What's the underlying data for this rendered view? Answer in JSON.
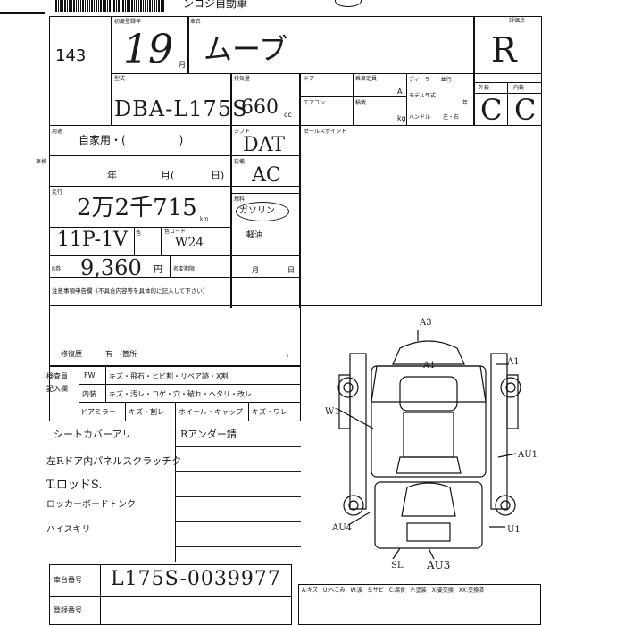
{
  "header": {
    "barcode_text": "",
    "title_fragment": "ンコジ自動車"
  },
  "lot": {
    "number": "143"
  },
  "year": {
    "label": "初度登録年",
    "value": "19",
    "unit": "月"
  },
  "model": {
    "label": "車名",
    "value": "ムーブ"
  },
  "grade": {
    "label": "評価点",
    "value": "R"
  },
  "type": {
    "label": "型式",
    "value": "DBA-L175S"
  },
  "displacement": {
    "label": "排気量",
    "value": "660",
    "unit": "cc"
  },
  "door": {
    "label": "ドア"
  },
  "ac": {
    "label": "エアコン"
  },
  "seat": {
    "label": "乗車定員"
  },
  "capacity": {
    "label": "積載"
  },
  "dealer": {
    "label": "ディーラー・並行"
  },
  "model_year": {
    "label": "モデル年式",
    "unit": "年"
  },
  "handle": {
    "label": "ハンドル",
    "options": "左・右"
  },
  "exterior_interior": {
    "headers": [
      "外装",
      "内装"
    ],
    "values": [
      "C",
      "C"
    ]
  },
  "usage": {
    "label": "用途",
    "value": "自家用・(　　　　　)"
  },
  "shift": {
    "label": "シフト",
    "value": "DAT"
  },
  "selling_points": {
    "label": "セールスポイント"
  },
  "inspection": {
    "label": "車検",
    "year": "年",
    "month": "月(",
    "day": "日)"
  },
  "mileage": {
    "label": "走行",
    "value": "2万2千715",
    "unit": "km"
  },
  "equipment": {
    "label": "装備",
    "value": "AC"
  },
  "color_row": {
    "label": "色",
    "value": "11P-1V",
    "color_code_label": "色コード",
    "color_code": "W24"
  },
  "fuel": {
    "label": "燃料",
    "value": "ガソリン",
    "other": "軽油"
  },
  "recycle": {
    "label": "R券",
    "value": "9,360",
    "unit": "円"
  },
  "name_change": {
    "label": "名変期限",
    "month": "月",
    "day": "日"
  },
  "notes": {
    "label": "注意事項申告欄（不具合内容等を具体的に記入して下さい）",
    "repair_label": "修復歴",
    "repair_value": "有　(箇所",
    "close_paren": ")"
  },
  "inspector_section": {
    "label1": "検査員",
    "label2": "記入欄",
    "rows": [
      {
        "key": "FW",
        "text": "キズ・飛石・ヒビ割・リペア跡・X割"
      },
      {
        "key": "内装",
        "text": "キズ・汚レ・コゲ・穴・破れ・ヘタリ・改レ"
      },
      {
        "key": "ドアミラー",
        "text": "キズ・割レ",
        "key2": "ホイール・キャップ",
        "text2": "キズ・ワレ"
      }
    ]
  },
  "inspector_notes": {
    "left": [
      "シートカバーアリ",
      "左Rドア内パネルスクラッチク",
      "T.ロッドS.",
      "ロッカーボードトンク",
      "ハイスキリ"
    ],
    "right": [
      "Rアンダー錆"
    ]
  },
  "diagram_labels": {
    "top": "A3",
    "windshield": "A1",
    "right_front": "A1",
    "left_side": "W1",
    "right_rear": "AU1",
    "rear_left": "AU4",
    "rear_right": "U1",
    "bottom_left": "SL",
    "bottom_center": "AU3"
  },
  "chassis": {
    "label": "車台番号",
    "value": "L175S-0039977"
  },
  "registration": {
    "label": "登録番号"
  },
  "legend": {
    "items": [
      "A:キズ",
      "U:へこみ",
      "W:波",
      "S:サビ",
      "C:腐食",
      "P:塗装",
      "X:要交換",
      "XX:交換済"
    ]
  }
}
